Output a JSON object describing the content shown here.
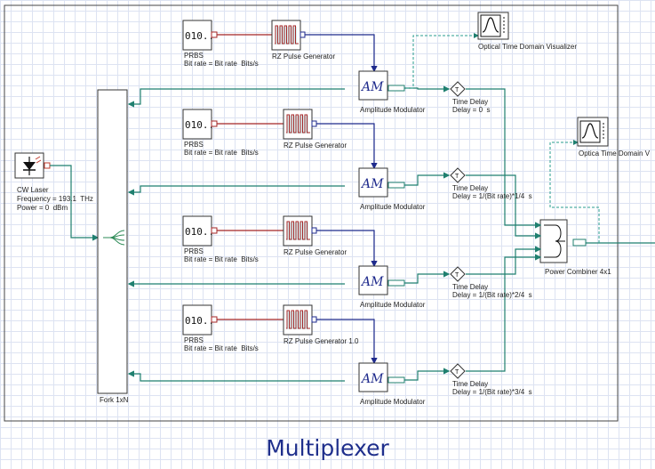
{
  "caption": "Multiplexer",
  "colors": {
    "optical": "#1f7f6f",
    "electrical_clock": "#1e2a8c",
    "electrical_data": "#a42626",
    "monitor": "#2a9d8f"
  },
  "laser": {
    "name": "CW Laser",
    "frequency": "Frequency = 193.1  THz",
    "power": "Power = 0  dBm",
    "icon": "laser-diode-icon"
  },
  "fork": {
    "name": "Fork 1xN"
  },
  "channels": [
    {
      "prbs_name": "PRBS",
      "prbs_param": "Bit rate = Bit rate  Bits/s",
      "prbs_icon_text": "010..",
      "pulse_name": "RZ Pulse Generator",
      "mod_name": "Amplitude Modulator",
      "mod_icon_text": "AM",
      "delay_name": "Time Delay",
      "delay_value": "Delay = 0  s",
      "delay_icon_text": "T"
    },
    {
      "prbs_name": "PRBS",
      "prbs_param": "Bit rate = Bit rate  Bits/s",
      "prbs_icon_text": "010..",
      "pulse_name": "RZ Pulse Generator",
      "mod_name": "Amplitude Modulator",
      "mod_icon_text": "AM",
      "delay_name": "Time Delay",
      "delay_value": "Delay = 1/(Bit rate)*1/4  s",
      "delay_icon_text": "T"
    },
    {
      "prbs_name": "PRBS",
      "prbs_param": "Bit rate = Bit rate  Bits/s",
      "prbs_icon_text": "010..",
      "pulse_name": "RZ Pulse Generator",
      "mod_name": "Amplitude Modulator",
      "mod_icon_text": "AM",
      "delay_name": "Time Delay",
      "delay_value": "Delay = 1/(Bit rate)*2/4  s",
      "delay_icon_text": "T"
    },
    {
      "prbs_name": "PRBS",
      "prbs_param": "Bit rate = Bit rate  Bits/s",
      "prbs_icon_text": "010..",
      "pulse_name": "RZ Pulse Generator 1.0",
      "mod_name": "Amplitude Modulator",
      "mod_icon_text": "AM",
      "delay_name": "Time Delay",
      "delay_value": "Delay = 1/(Bit rate)*3/4  s",
      "delay_icon_text": "T"
    }
  ],
  "combiner": {
    "name": "Power Combiner 4x1"
  },
  "visualizers": [
    {
      "name": "Optical Time Domain Visualizer",
      "icon": "oscilloscope-icon"
    },
    {
      "name": "Optica Time Domain V",
      "icon": "oscilloscope-icon"
    }
  ]
}
